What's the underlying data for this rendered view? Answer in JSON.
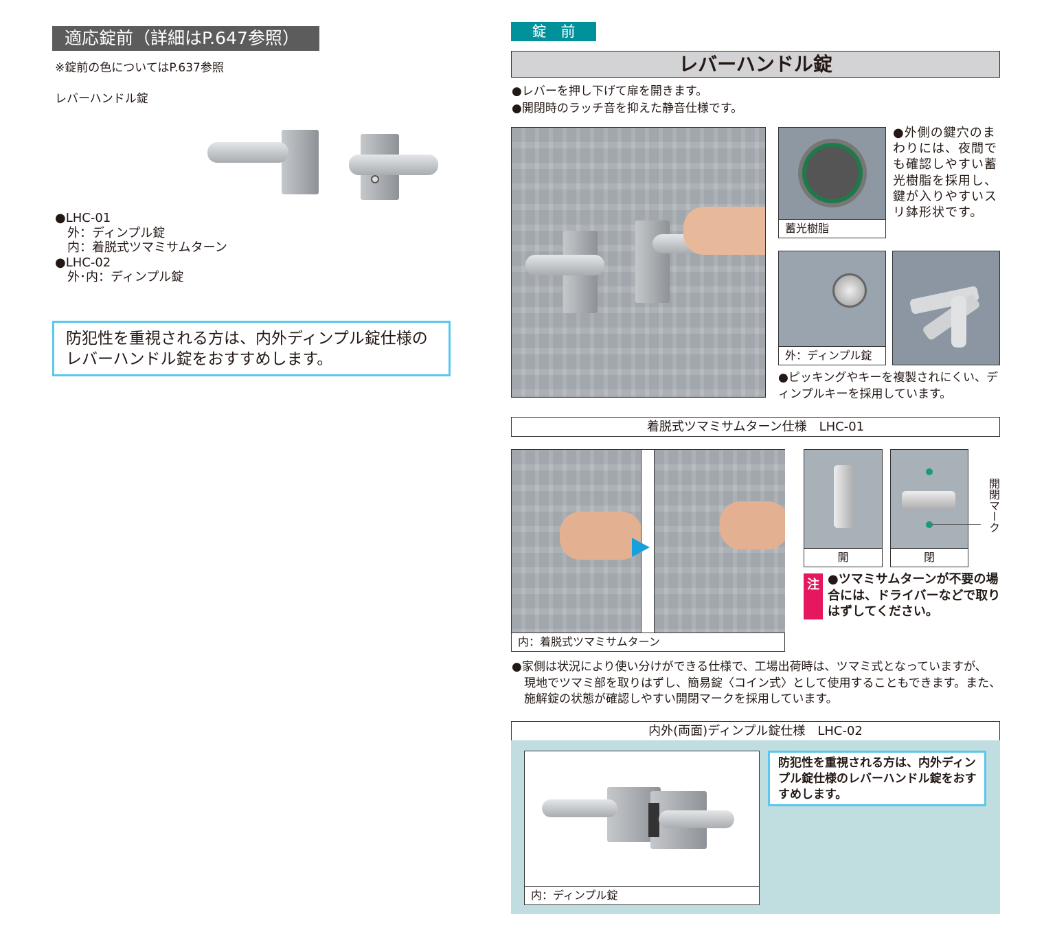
{
  "left": {
    "header": "適応錠前（詳細はP.647参照）",
    "note": "※錠前の色についてはP.637参照",
    "subtitle": "レバーハンドル錠",
    "models": [
      {
        "name": "●LHC-01",
        "lines": [
          "外：ディンプル錠",
          "内：着脱式ツマミサムターン"
        ]
      },
      {
        "name": "●LHC-02",
        "lines": [
          "外･内：ディンプル錠"
        ]
      }
    ],
    "recommend": [
      "防犯性を重視される方は、内外ディンプル錠仕様の",
      "レバーハンドル錠をおすすめします。"
    ]
  },
  "right": {
    "tag": "錠　前",
    "title": "レバーハンドル錠",
    "bullets": [
      "●レバーを押し下げて扉を開きます。",
      "●開閉時のラッチ音を抑えた静音仕様です。"
    ],
    "luminous_caption": "蓄光樹脂",
    "luminous_text": "●外側の鍵穴のまわりには、夜間でも確認しやすい蓄光樹脂を採用し、鍵が入りやすいスリ鉢形状です。",
    "dimple_caption": "外：ディンプル錠",
    "dimple_text": "●ピッキングやキーを複製されにくい、ディンプルキーを採用しています。",
    "section1": "着脱式ツマミサムターン仕様　LHC-01",
    "section1_caption": "内：着脱式ツマミサムターン",
    "open_label": "開",
    "closed_label": "閉",
    "mark_label": "開閉マーク",
    "note_badge": "注",
    "note_text": "●ツマミサムターンが不要の場合には、ドライバーなどで取りはずしてください。",
    "section1_text": [
      "●家側は状況により使い分けができる仕様で、工場出荷時は、ツマミ式となっていますが、",
      "現地でツマミ部を取りはずし、簡易錠〈コイン式〉として使用することもできます。また、",
      "施解錠の状態が確認しやすい開閉マークを採用しています。"
    ],
    "section2": "内外(両面)ディンプル錠仕様　LHC-02",
    "section2_caption": "内：ディンプル錠",
    "section2_recommend": "防犯性を重視される方は、内外ディンプル錠仕様のレバーハンドル錠をおすすめします。"
  },
  "colors": {
    "teal": "#00919b",
    "pink": "#e5175e",
    "cyan": "#5ac8ee",
    "panel": "#c0dde0",
    "gray_header": "#5c5c5c"
  }
}
